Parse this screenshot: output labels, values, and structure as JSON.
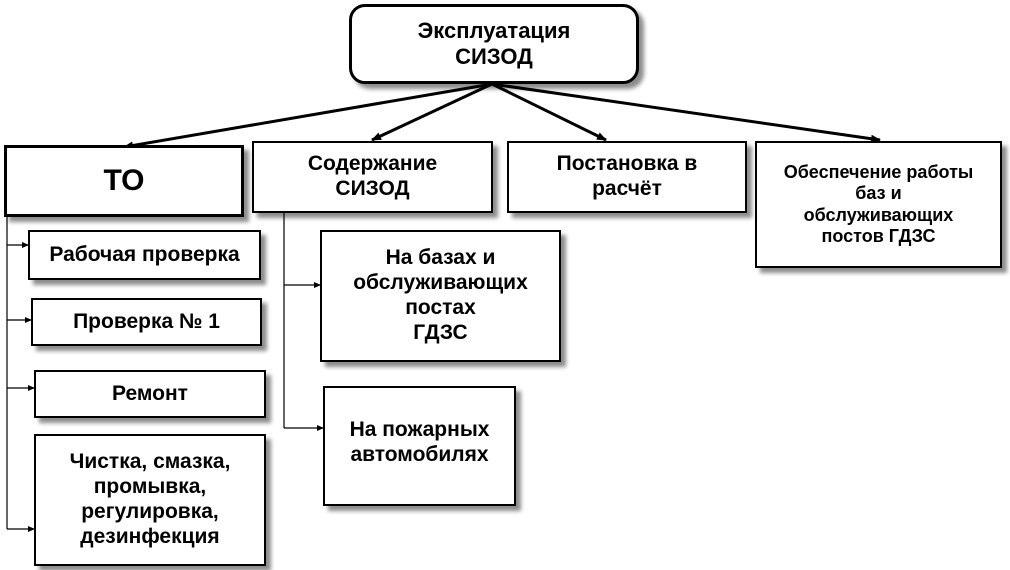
{
  "root": {
    "label": "Эксплуатация\nСИЗОД"
  },
  "categories": [
    {
      "label": "ТО"
    },
    {
      "label": "Содержание\nСИЗОД"
    },
    {
      "label": "Постановка в\nрасчёт"
    },
    {
      "label": "Обеспечение работы\nбаз и\nобслуживающих\nпостов ГДЗС"
    }
  ],
  "to_items": [
    {
      "label": "Рабочая проверка"
    },
    {
      "label": "Проверка № 1"
    },
    {
      "label": "Ремонт"
    },
    {
      "label": "Чистка, смазка,\nпромывка,\nрегулировка,\nдезинфекция"
    }
  ],
  "storage_items": [
    {
      "label": "На базах и\nобслуживающих\nпостах\nГДЗС"
    },
    {
      "label": "На пожарных\nавтомобилях"
    }
  ]
}
